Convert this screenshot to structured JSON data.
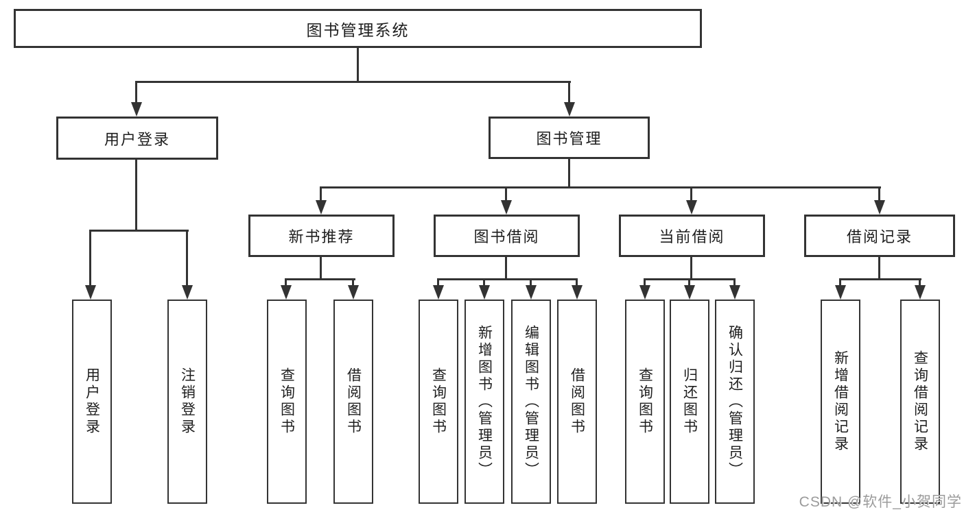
{
  "diagram": {
    "root": {
      "label": "图书管理系统"
    },
    "level2": [
      {
        "label": "用户登录"
      },
      {
        "label": "图书管理"
      }
    ],
    "level3": [
      {
        "label": "新书推荐"
      },
      {
        "label": "图书借阅"
      },
      {
        "label": "当前借阅"
      },
      {
        "label": "借阅记录"
      }
    ],
    "leaves": {
      "user_login": [
        "用户登录",
        "注销登录"
      ],
      "new_book_recommendation": [
        "查询图书",
        "借阅图书"
      ],
      "book_borrowing": [
        "查询图书",
        "新增图书（管理员）",
        "编辑图书（管理员）",
        "借阅图书"
      ],
      "current_borrowing": [
        "查询图书",
        "归还图书",
        "确认归还（管理员）"
      ],
      "borrowing_records": [
        "新增借阅记录",
        "查询借阅记录"
      ]
    },
    "watermark": "CSDN @软件_小贺同学",
    "colors": {
      "line": "#333333",
      "text": "#1e1e1e",
      "background": "#ffffff",
      "watermark": "#9b9b9b"
    }
  }
}
